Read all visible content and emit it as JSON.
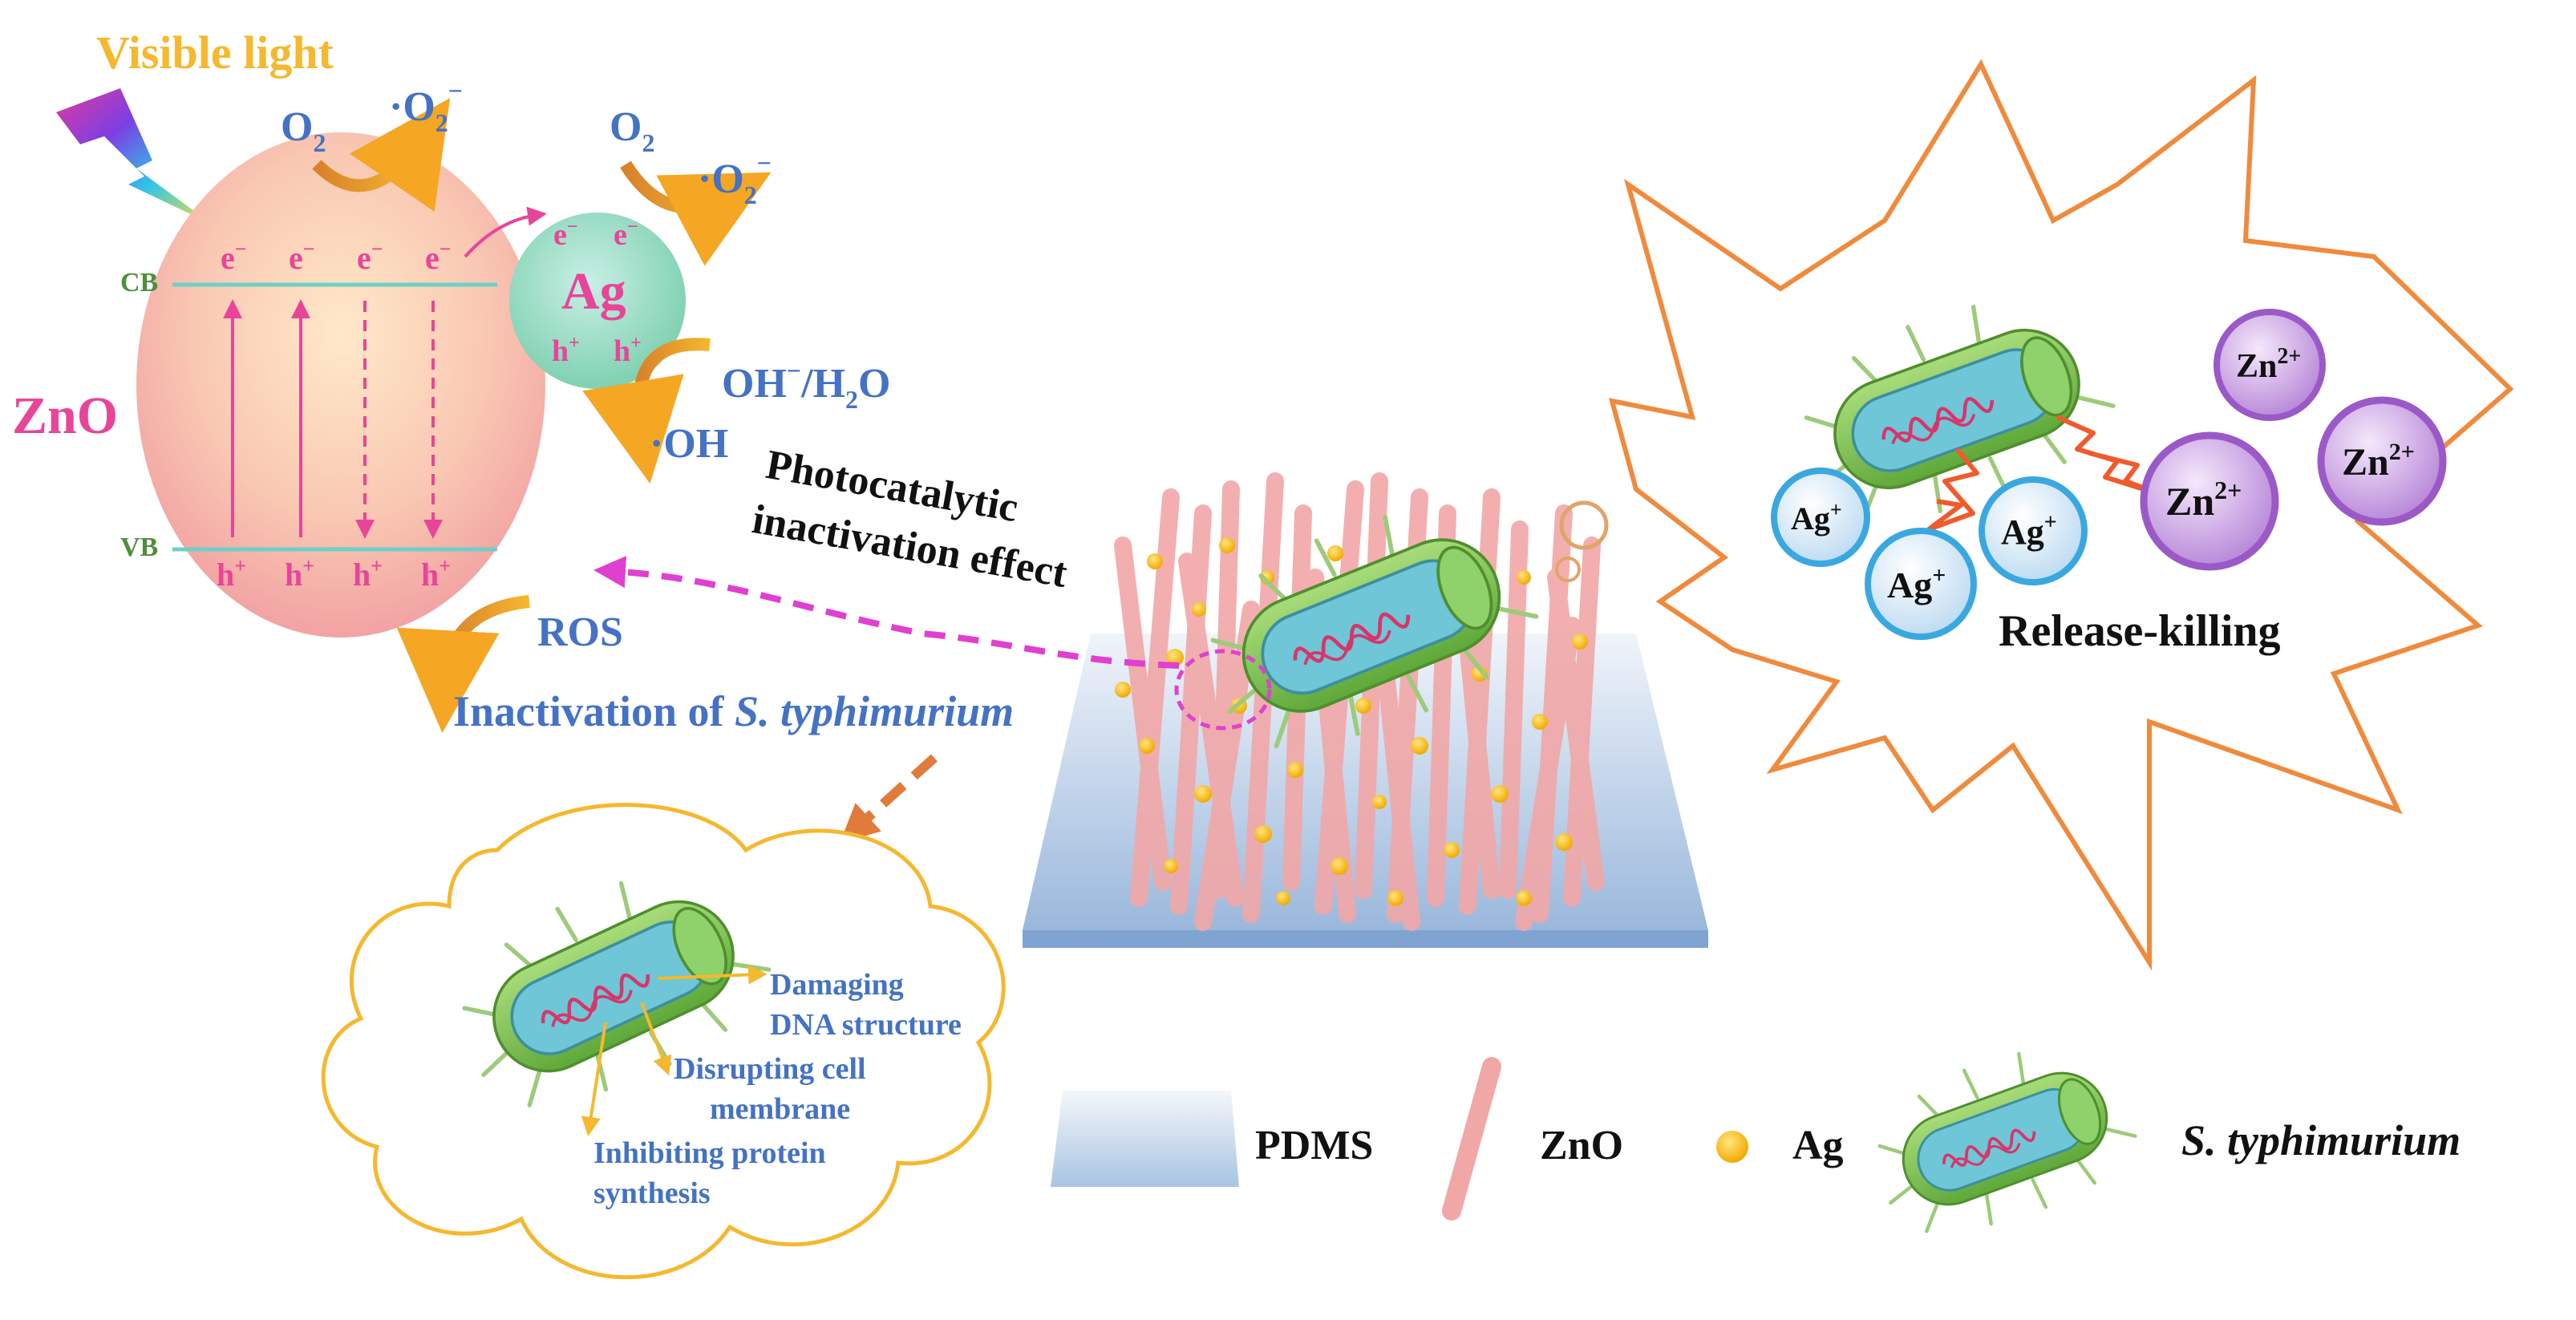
{
  "photo": {
    "light_label": "Visible light",
    "material_label": "ZnO",
    "cb_label": "CB",
    "vb_label": "VB",
    "electron": "e",
    "electron_sup": "−",
    "hole": "h",
    "hole_sup": "+",
    "ag_label": "Ag",
    "o2_1": "O",
    "o2_1_sub": "2",
    "sup_1_pre": "·O",
    "sup_1_sub": "2",
    "sup_1_sup": "−",
    "o2_2": "O",
    "o2_2_sub": "2",
    "sup_2_pre": "·O",
    "sup_2_sub": "2",
    "sup_2_sup": "−",
    "oh_ion": "OH",
    "oh_ion_sup": "−",
    "oh_sep": "/H",
    "water_sub": "2",
    "water_o": "O",
    "oh_radical": "·OH",
    "ros": "ROS",
    "inact_prefix": "Inactivation of ",
    "inact_species": "S. typhimurium"
  },
  "middle": {
    "effect_line1": "Photocatalytic",
    "effect_line2": "inactivation effect"
  },
  "killing": {
    "ag_ion": "Ag",
    "ag_sup": "+",
    "zn_ion": "Zn",
    "zn_sup": "2+",
    "label": "Release-killing"
  },
  "mechanisms": {
    "dna_line1": "Damaging",
    "dna_line2": "DNA structure",
    "mem_line1": "Disrupting cell",
    "mem_line2": "membrane",
    "prot_line1": "Inhibiting protein",
    "prot_line2": "synthesis"
  },
  "legend": {
    "pdms": "PDMS",
    "zno": "ZnO",
    "ag": "Ag",
    "bacterium": "S. typhimurium"
  },
  "colors": {
    "blue_text": "#4472C4",
    "pink_text": "#E8459A",
    "cb_vb_text": "#4E8F3A",
    "gold_title": "#F5B82E",
    "star_outline": "#F08A3C",
    "zn_ion": "#9B59C8",
    "ag_ion": "#3AA8E0",
    "bacterium_green": "#7CC24A",
    "rod_pink": "#F2A7A7",
    "ag_particle": "#F7B500"
  }
}
